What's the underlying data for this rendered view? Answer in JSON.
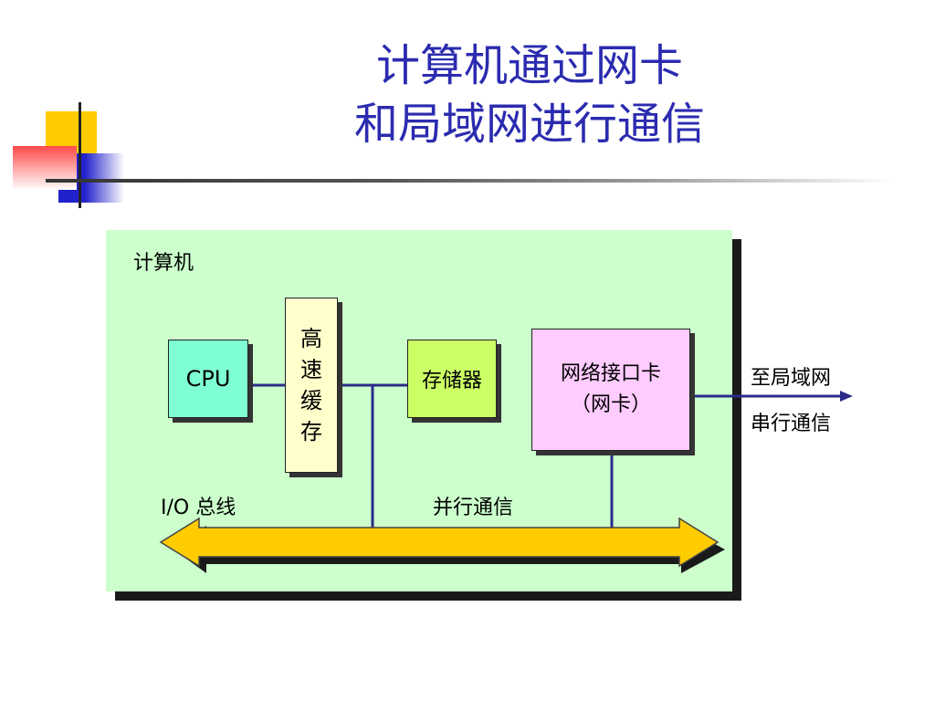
{
  "title": {
    "line1": "计算机通过网卡",
    "line2": "和局域网进行通信"
  },
  "panel": {
    "label": "计算机"
  },
  "boxes": {
    "cpu": "CPU",
    "cache": [
      "高",
      "速",
      "缓",
      "存"
    ],
    "memory": "存储器",
    "nic_line1": "网络接口卡",
    "nic_line2": "（网卡）"
  },
  "labels": {
    "io_bus": "I/O 总线",
    "parallel": "并行通信",
    "to_lan": "至局域网",
    "serial": "串行通信"
  },
  "colors": {
    "title": "#2b2bb0",
    "panel": "#ccffcc",
    "cpu": "#7fffd4",
    "cache": "#ffffcc",
    "memory": "#ccff66",
    "nic": "#ffccff",
    "bus": "#ffcc00",
    "wire": "#2b2b8a"
  }
}
